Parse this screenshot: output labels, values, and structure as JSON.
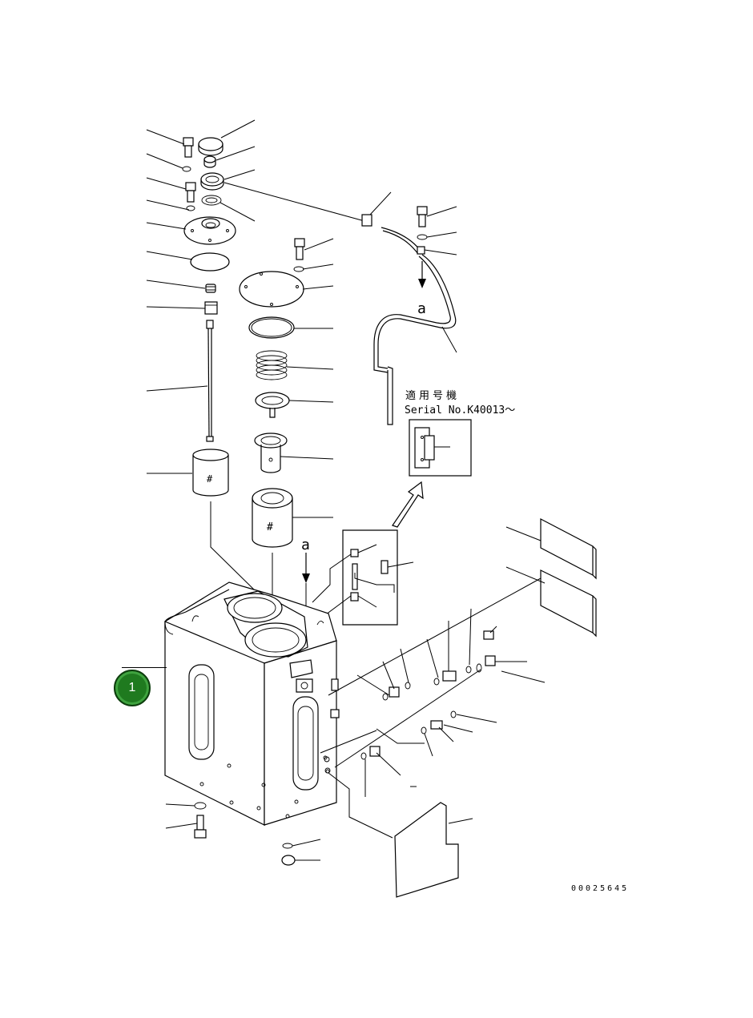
{
  "diagram": {
    "applicability_label": "適用号機",
    "serial_label": "Serial No.K40013〜",
    "view_marker_top": "a",
    "view_marker_bottom": "a",
    "drawing_number": "00025645"
  },
  "callouts": [
    {
      "label": "1"
    }
  ],
  "colors": {
    "callout_fill": "#1f7a1f",
    "line": "#000000"
  }
}
